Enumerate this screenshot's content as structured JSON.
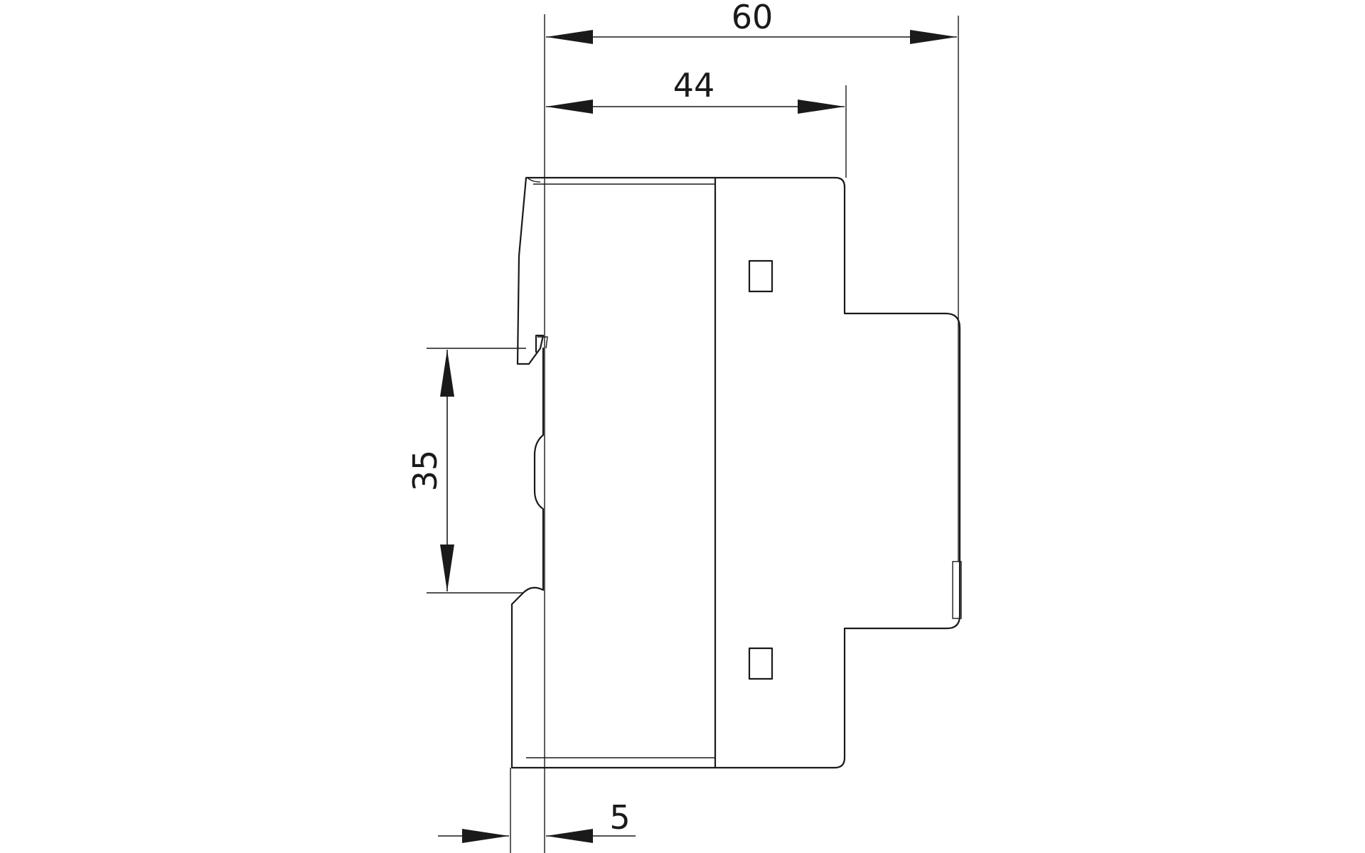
{
  "dimensions": {
    "overall_depth": "60",
    "front_depth": "44",
    "rail_width": "35",
    "rail_offset": "5"
  },
  "colors": {
    "line": "#1a1a1a",
    "background": "#ffffff"
  }
}
